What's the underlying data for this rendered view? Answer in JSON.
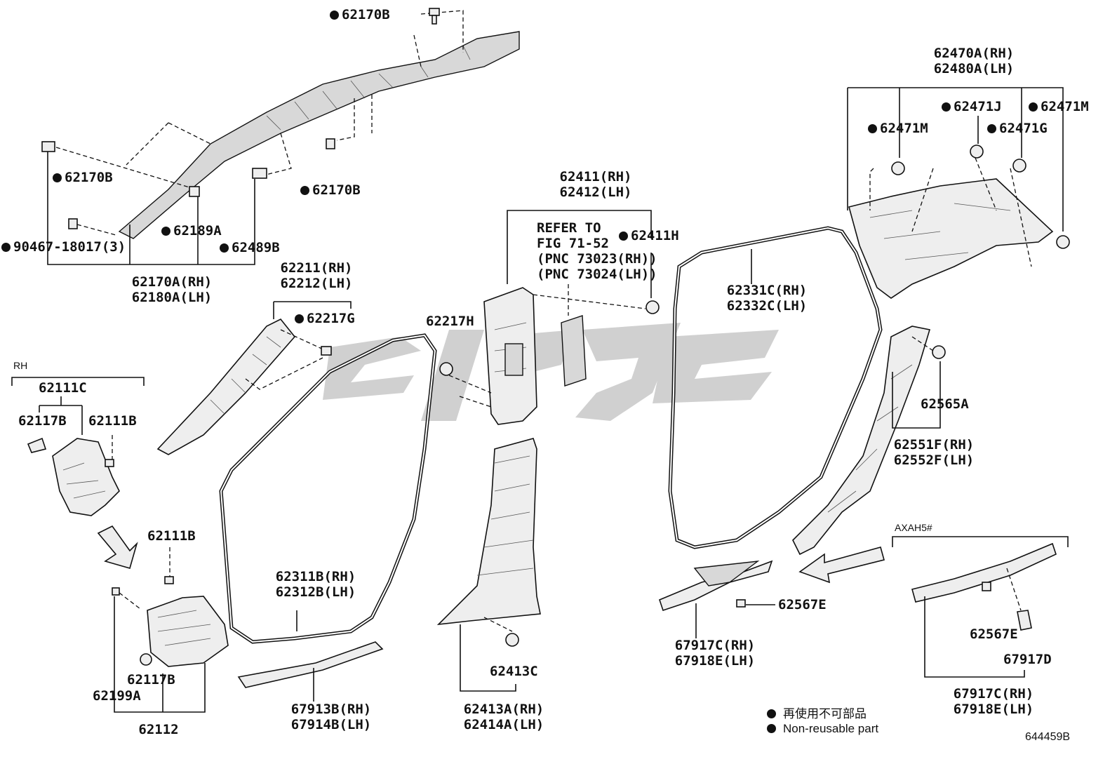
{
  "labels": {
    "l_62170B_top": "62170B",
    "l_62170B_left": "62170B",
    "l_62170B_mid": "62170B",
    "l_90467": "90467-18017(3)",
    "l_62189A": "62189A",
    "l_62489B": "62489B",
    "l_62170A": "62170A(RH)",
    "l_62180A": "62180A(LH)",
    "l_62211": "62211(RH)",
    "l_62212": "62212(LH)",
    "l_62217G": "62217G",
    "l_RH": "RH",
    "l_62111C": "62111C",
    "l_62117B_top": "62117B",
    "l_62111B_top": "62111B",
    "l_62111B_low": "62111B",
    "l_62117B_low": "62117B",
    "l_62199A": "62199A",
    "l_62112": "62112",
    "l_62311B": "62311B(RH)",
    "l_62312B": "62312B(LH)",
    "l_67913B": "67913B(RH)",
    "l_67914B": "67914B(LH)",
    "l_62217H": "62217H",
    "l_62411": "62411(RH)",
    "l_62412": "62412(LH)",
    "l_refer1": "REFER TO",
    "l_refer2": "FIG 71-52",
    "l_refer3": "(PNC 73023(RH))",
    "l_refer4": "(PNC 73024(LH))",
    "l_62411H": "62411H",
    "l_62413C": "62413C",
    "l_62413A": "62413A(RH)",
    "l_62414A": "62414A(LH)",
    "l_62331C": "62331C(RH)",
    "l_62332C": "62332C(LH)",
    "l_62470A": "62470A(RH)",
    "l_62480A": "62480A(LH)",
    "l_62471J": "62471J",
    "l_62471M_r": "62471M",
    "l_62471M_l": "62471M",
    "l_62471G": "62471G",
    "l_62565A": "62565A",
    "l_62551F": "62551F(RH)",
    "l_62552F": "62552F(LH)",
    "l_62567E_a": "62567E",
    "l_67917C_a": "67917C(RH)",
    "l_67918E_a": "67918E(LH)",
    "l_AXAH5": "AXAH5#",
    "l_62567E_b": "62567E",
    "l_67917D": "67917D",
    "l_67917C_b": "67917C(RH)",
    "l_67918E_b": "67918E(LH)"
  },
  "legend": {
    "jp": "再使用不可部品",
    "en": "Non-reusable part"
  },
  "figure_number": "644459B"
}
